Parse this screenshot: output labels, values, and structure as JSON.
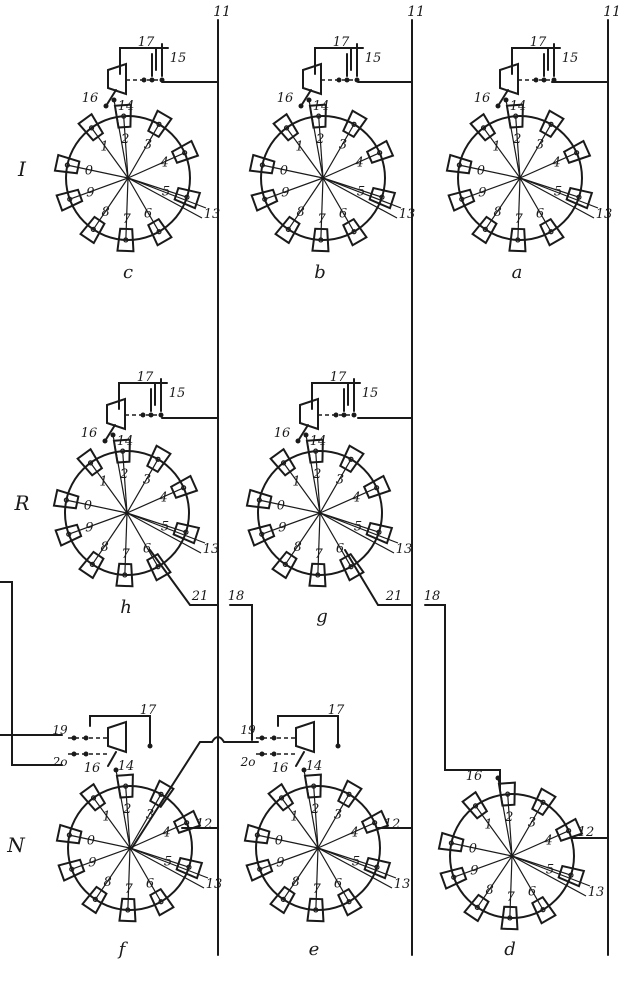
{
  "row_labels": [
    "I",
    "R",
    "N"
  ],
  "unit_labels": [
    "a",
    "b",
    "c",
    "d",
    "e",
    "f",
    "g",
    "h"
  ],
  "bus_label": "11",
  "digits": [
    "0",
    "1",
    "2",
    "3",
    "4",
    "5",
    "6",
    "7",
    "8",
    "9"
  ],
  "part_labels": {
    "output_line": "12",
    "arm_line": "13",
    "wiper": "14",
    "contact": "15",
    "home_contact": "16",
    "magnet": "17",
    "link": "18",
    "contact_lower": "19",
    "contact_lower_2": "2o",
    "branch": "21"
  },
  "colors": {
    "ink": "#1a1a1a",
    "paper": "#ffffff"
  }
}
